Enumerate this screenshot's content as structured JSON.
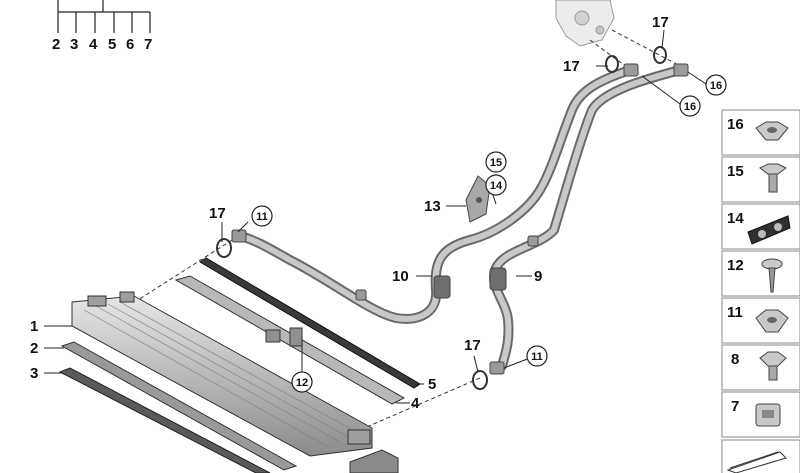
{
  "legend_group": {
    "labels": [
      "2",
      "3",
      "4",
      "5",
      "6",
      "7"
    ]
  },
  "callouts": {
    "c1": "1",
    "c2": "2",
    "c3": "3",
    "c4": "4",
    "c5": "5",
    "c9": "9",
    "c10": "10",
    "c11_a": "11",
    "c11_b": "11",
    "c12": "12",
    "c13": "13",
    "c14": "14",
    "c15": "15",
    "c16_a": "16",
    "c16_b": "16",
    "c17_a": "17",
    "c17_b": "17",
    "c17_c": "17",
    "c17_d": "17"
  },
  "sidebar": {
    "items": [
      {
        "label": "16",
        "icon": "hex-flange-nut-icon"
      },
      {
        "label": "15",
        "icon": "hex-bolt-icon"
      },
      {
        "label": "14",
        "icon": "double-clip-icon"
      },
      {
        "label": "12",
        "icon": "screw-icon"
      },
      {
        "label": "11",
        "icon": "hex-nut-icon"
      },
      {
        "label": "8",
        "icon": "hex-bolt-short-icon"
      },
      {
        "label": "7",
        "icon": "clip-icon"
      }
    ]
  },
  "colors": {
    "line": "#222222",
    "part_fill": "#bdbdbd",
    "part_dark": "#555555",
    "border": "#888888"
  }
}
